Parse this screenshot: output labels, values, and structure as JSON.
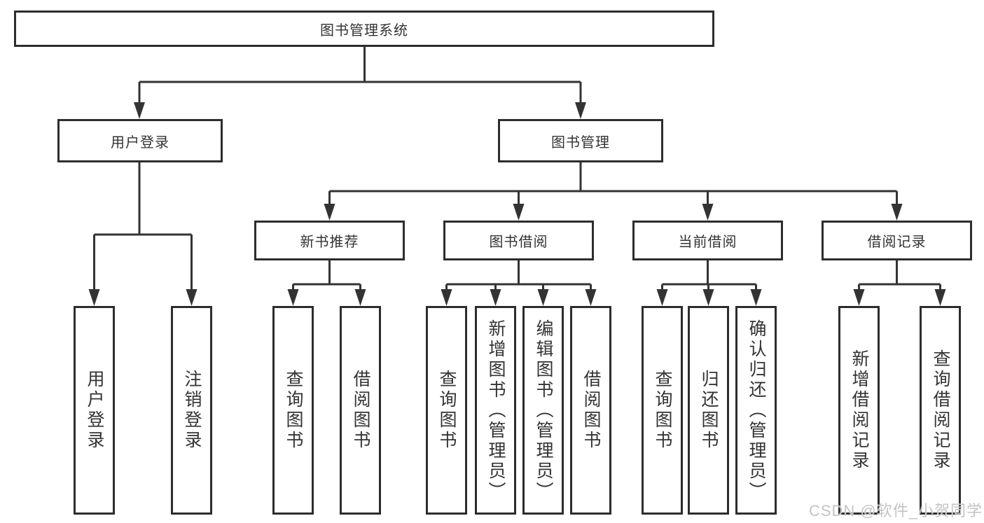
{
  "tree": {
    "root": "图书管理系统",
    "branches": [
      {
        "label": "用户登录",
        "children": [
          {
            "label": "用户登录"
          },
          {
            "label": "注销登录"
          }
        ]
      },
      {
        "label": "图书管理",
        "children": [
          {
            "label": "新书推荐",
            "children": [
              {
                "label": "查询图书"
              },
              {
                "label": "借阅图书"
              }
            ]
          },
          {
            "label": "图书借阅",
            "children": [
              {
                "label": "查询图书"
              },
              {
                "label": "新增图书（管理员）"
              },
              {
                "label": "编辑图书（管理员）"
              },
              {
                "label": "借阅图书"
              }
            ]
          },
          {
            "label": "当前借阅",
            "children": [
              {
                "label": "查询图书"
              },
              {
                "label": "归还图书"
              },
              {
                "label": "确认归还（管理员）"
              }
            ]
          },
          {
            "label": "借阅记录",
            "children": [
              {
                "label": "新增借阅记录"
              },
              {
                "label": "查询借阅记录"
              }
            ]
          }
        ]
      }
    ]
  },
  "watermark": {
    "text": "CSDN @软件_小贺同学"
  },
  "colors": {
    "line": "#333333",
    "box_border": "#2d2d2d",
    "text": "#333333",
    "watermark": "#c4c4c4",
    "background": "#ffffff"
  }
}
